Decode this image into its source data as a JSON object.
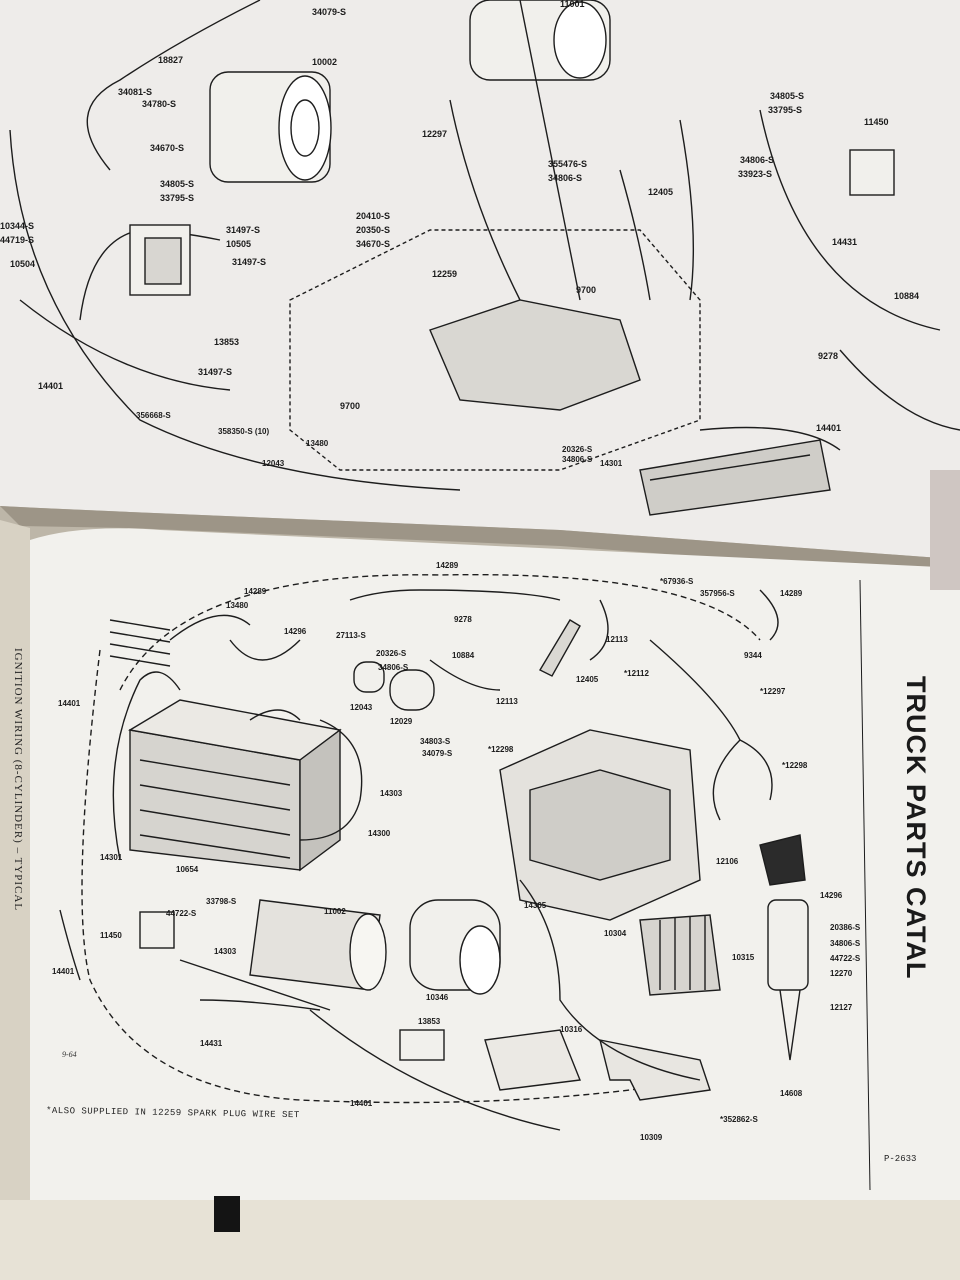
{
  "catalog": {
    "title": "TRUCK PARTS CATAL",
    "side_caption": "IGNITION WIRING (8-CYLINDER) – TYPICAL",
    "footnote": "*ALSO SUPPLIED IN 12259 SPARK PLUG WIRE SET",
    "figure_number": "P-2633",
    "page_mark": "9-64"
  },
  "upper_page_labels": [
    "34079-S",
    "11001",
    "18827",
    "10002",
    "34081-S",
    "34780-S",
    "34805-S",
    "33795-S",
    "11450",
    "34670-S",
    "12297",
    "355476-S",
    "34806-S",
    "34806-S",
    "33923-S",
    "12405",
    "34805-S",
    "33795-S",
    "20410-S",
    "20350-S",
    "34670-S",
    "31497-S",
    "10505",
    "10504",
    "10344-S",
    "44719-S",
    "31497-S",
    "14431",
    "12259",
    "9700",
    "10884",
    "13853",
    "31497-S",
    "9278",
    "14401",
    "9700",
    "356668-S",
    "358350-S (10)",
    "14401",
    "13480",
    "20326-S",
    "34806-S",
    "12043",
    "14301"
  ],
  "lower_page_labels": [
    "14289",
    "14289",
    "13480",
    "14296",
    "9278",
    "27113-S",
    "20326-S",
    "34806-S",
    "10884",
    "12113",
    "*67936-S",
    "357956-S",
    "14289",
    "9344",
    "14401",
    "12043",
    "12029",
    "12113",
    "12405",
    "*12112",
    "*12297",
    "34803-S",
    "34079-S",
    "*12298",
    "14303",
    "*12298",
    "14300",
    "14301",
    "10654",
    "12106",
    "33798-S",
    "11002",
    "14296",
    "44722-S",
    "14305",
    "11450",
    "14303",
    "20386-S",
    "10304",
    "34806-S",
    "44722-S",
    "12270",
    "14401",
    "10346",
    "10315",
    "12127",
    "14431",
    "13853",
    "10316",
    "14401",
    "14608",
    "10309",
    "*352862-S"
  ]
}
